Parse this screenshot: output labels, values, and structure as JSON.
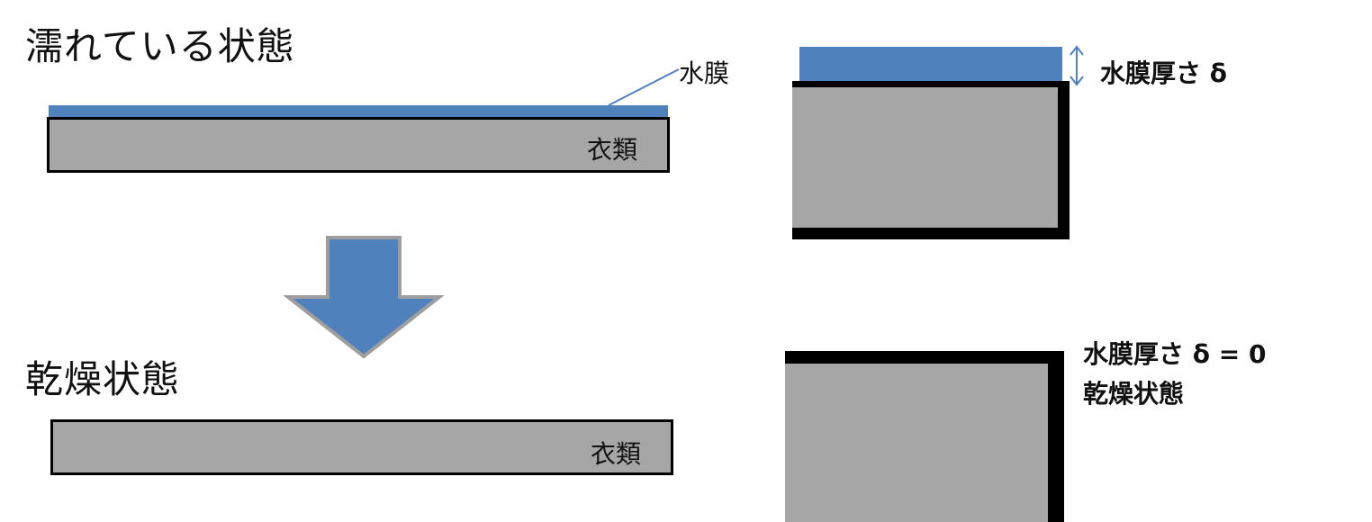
{
  "wet": {
    "title": "濡れている状態",
    "film_label": "水膜",
    "fabric_label": "衣類"
  },
  "dry": {
    "title": "乾燥状態",
    "fabric_label": "衣類"
  },
  "closeup_wet": {
    "thickness_label": "水膜厚さ δ"
  },
  "closeup_dry": {
    "line1": "水膜厚さ δ = 0",
    "line2": "乾燥状態"
  },
  "colors": {
    "water": "#4f81bd",
    "fabric": "#a6a6a6",
    "arrow_fill": "#4f81bd",
    "arrow_stroke": "#9e9e9e",
    "outline": "#000000"
  },
  "icons": {
    "transition_arrow": "down-arrow-icon",
    "thickness_marker": "double-arrow-icon"
  }
}
